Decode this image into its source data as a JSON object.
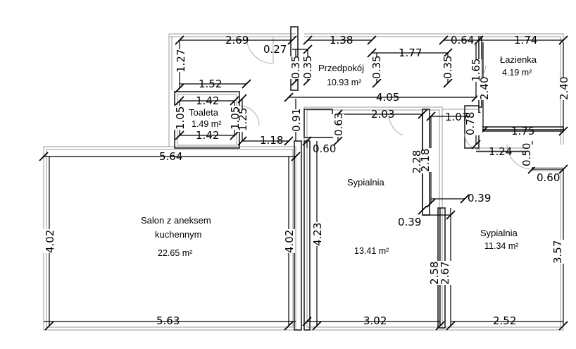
{
  "rooms": {
    "toilet": {
      "name": "Toaleta",
      "area": "1.49 m²"
    },
    "hallway": {
      "name": "Przedpokój",
      "area": "10.93 m²"
    },
    "bathroom": {
      "name": "Łazienka",
      "area": "4.19 m²"
    },
    "living": {
      "name_line1": "Salon z aneksem",
      "name_line2": "kuchennym",
      "area": "22.65 m²"
    },
    "bedroom1": {
      "name": "Sypialnia",
      "area": "13.41 m²"
    },
    "bedroom2": {
      "name": "Sypialnia",
      "area": "11.34 m²"
    }
  },
  "dims": {
    "d269": "2.69",
    "d027": "0.27",
    "d138": "1.38",
    "d064": "0.64",
    "d174": "1.74",
    "d177": "1.77",
    "d127": "1.27",
    "d035a": "0.35",
    "d035b": "0.35",
    "d035c": "0.35",
    "d035d": "0.35",
    "d165": "1.65",
    "d240a": "2.40",
    "d240b": "2.40",
    "d152": "1.52",
    "d142a": "1.42",
    "d142b": "1.42",
    "d105a": "1.05",
    "d105b": "1.05",
    "d125": "1.25",
    "d405": "4.05",
    "d091": "0.91",
    "d063": "0.63",
    "d203": "2.03",
    "d107": "1.07",
    "d078": "0.78",
    "d175": "1.75",
    "d118": "1.18",
    "d124": "1.24",
    "d050": "0.50",
    "d060a": "0.60",
    "d060b": "0.60",
    "d564": "5.64",
    "d228": "2.28",
    "d218": "2.18",
    "d039a": "0.39",
    "d039b": "0.39",
    "d402a": "4.02",
    "d402b": "4.02",
    "d423": "4.23",
    "d258": "2.58",
    "d267": "2.67",
    "d357": "3.57",
    "d563": "5.63",
    "d302": "3.02",
    "d252": "2.52"
  }
}
